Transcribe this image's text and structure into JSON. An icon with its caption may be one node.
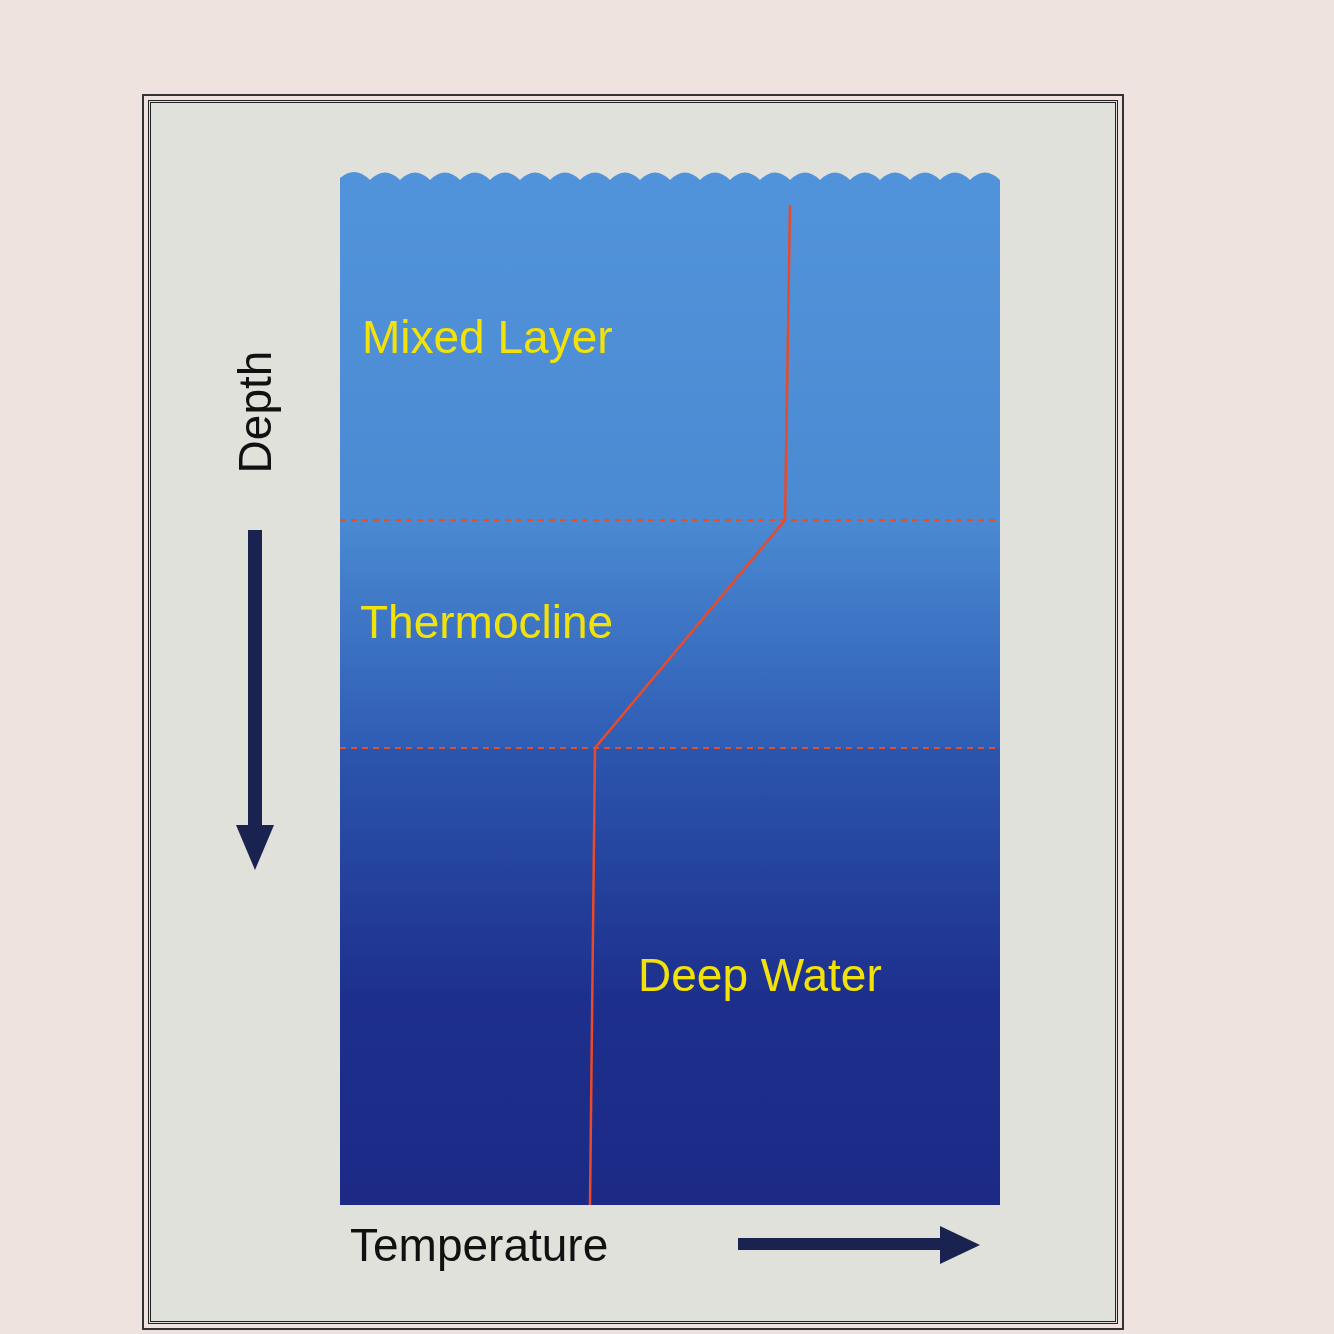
{
  "diagram": {
    "nodes": [
      {
        "text": [
          "Mixed Layer"
        ]
      },
      {
        "text": [
          "Thermocline"
        ]
      },
      {
        "text": [
          "Deep Water"
        ]
      }
    ],
    "labels": [
      "Depth",
      "Temperature"
    ]
  }
}
